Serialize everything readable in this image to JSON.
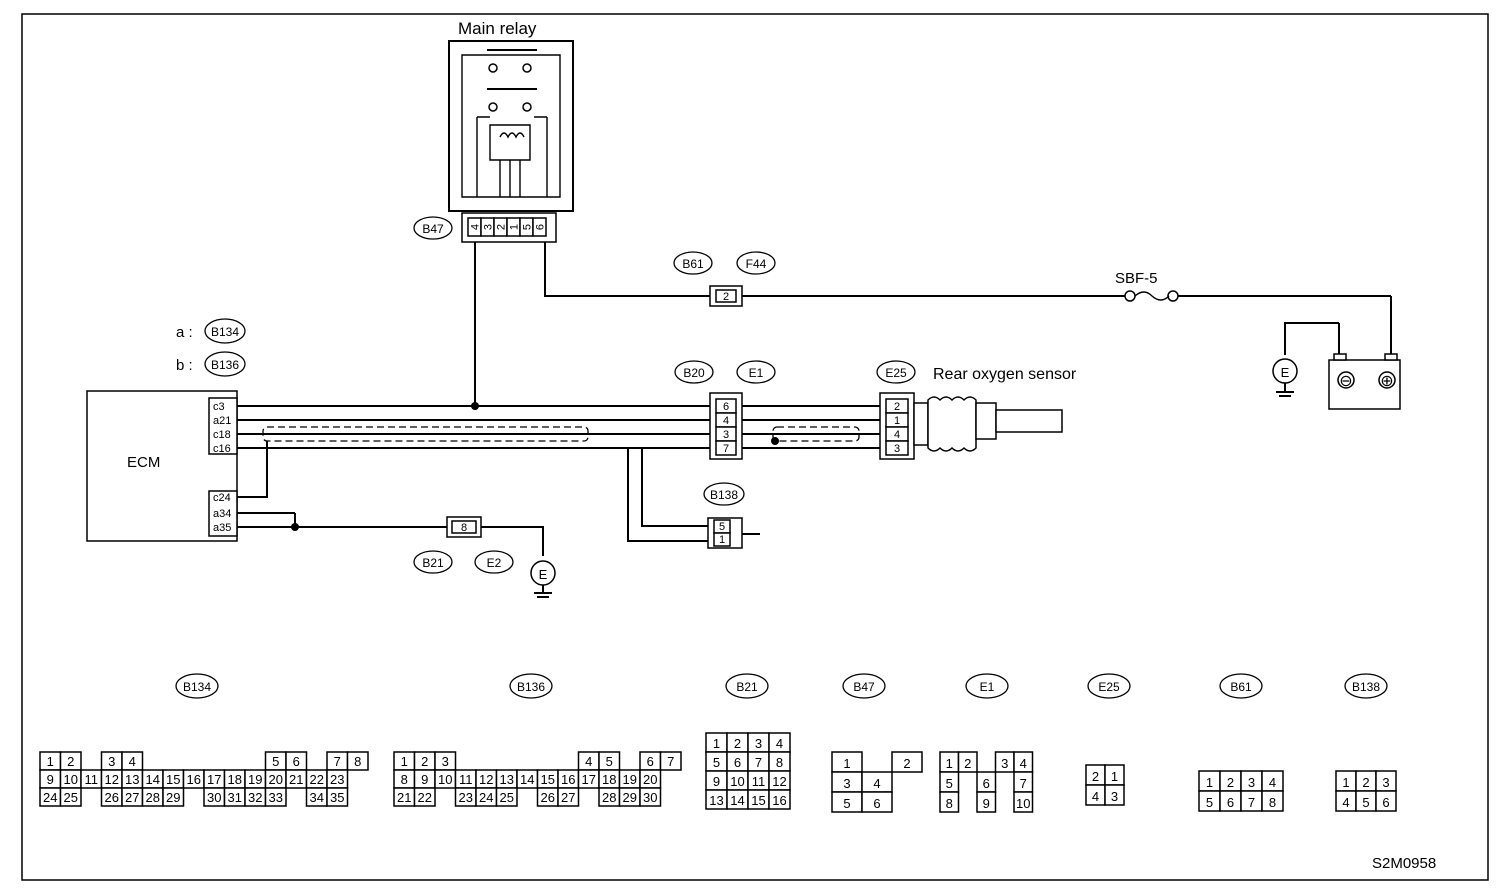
{
  "diagram": {
    "main_relay_label": "Main relay",
    "ecm_label": "ECM",
    "sensor_label": "Rear oxygen sensor",
    "fuse_label": "SBF-5",
    "figure_code": "S2M0958",
    "ecm_connector_key": {
      "a_prefix": "a :",
      "a_connector": "B134",
      "b_prefix": "b :",
      "b_connector": "B136"
    },
    "ecm_pins": [
      "c3",
      "a21",
      "c18",
      "c16",
      "c24",
      "a34",
      "a35"
    ],
    "relay_connector": "B47",
    "relay_pins": [
      "4",
      "3",
      "2",
      "1",
      "5",
      "6"
    ],
    "fuse_connectors": [
      "B61",
      "F44"
    ],
    "fuse_connector_pin": "2",
    "junction_connectors": [
      "B20",
      "E1"
    ],
    "junction_pins": [
      "6",
      "4",
      "3",
      "7"
    ],
    "sensor_connector": "E25",
    "sensor_pins": [
      "2",
      "1",
      "4",
      "3"
    ],
    "b138_connector": "B138",
    "b138_pins": [
      "5",
      "1"
    ],
    "ground_connectors": [
      "B21",
      "E2"
    ],
    "ground_pin": "8",
    "ground_symbol": "E",
    "battery_minus": "⊖",
    "battery_plus": "⊕"
  },
  "connector_views": [
    {
      "id": "B134",
      "rows": [
        [
          "1",
          "2",
          "",
          "3",
          "4",
          "",
          "",
          "",
          "",
          "",
          "",
          "5",
          "6",
          "",
          "7",
          "8"
        ],
        [
          "9",
          "10",
          "11",
          "12",
          "13",
          "14",
          "15",
          "16",
          "17",
          "18",
          "19",
          "20",
          "21",
          "22",
          "23"
        ],
        [
          "24",
          "25",
          "",
          "26",
          "27",
          "28",
          "29",
          "",
          "30",
          "31",
          "32",
          "33",
          "",
          "34",
          "35"
        ]
      ]
    },
    {
      "id": "B136",
      "rows": [
        [
          "1",
          "2",
          "3",
          "",
          "",
          "",
          "",
          "",
          "",
          "4",
          "5",
          "",
          "6",
          "7"
        ],
        [
          "8",
          "9",
          "10",
          "11",
          "12",
          "13",
          "14",
          "15",
          "16",
          "17",
          "18",
          "19",
          "20"
        ],
        [
          "21",
          "22",
          "",
          "23",
          "24",
          "25",
          "",
          "26",
          "27",
          "",
          "28",
          "29",
          "30"
        ]
      ]
    },
    {
      "id": "B21",
      "rows": [
        [
          "1",
          "2",
          "3",
          "4"
        ],
        [
          "5",
          "6",
          "7",
          "8"
        ],
        [
          "9",
          "10",
          "11",
          "12"
        ],
        [
          "13",
          "14",
          "15",
          "16"
        ]
      ]
    },
    {
      "id": "B47",
      "rows": [
        [
          "1",
          "",
          "2"
        ],
        [
          "3",
          "4"
        ],
        [
          "5",
          "6"
        ]
      ]
    },
    {
      "id": "E1",
      "rows": [
        [
          "1",
          "2",
          "",
          "3",
          "4"
        ],
        [
          "5",
          "",
          "6",
          "",
          "7"
        ],
        [
          "8",
          "",
          "9",
          "",
          "10"
        ]
      ]
    },
    {
      "id": "E25",
      "rows": [
        [
          "2",
          "1"
        ],
        [
          "4",
          "3"
        ]
      ]
    },
    {
      "id": "B61",
      "rows": [
        [
          "1",
          "2",
          "3",
          "4"
        ],
        [
          "5",
          "6",
          "7",
          "8"
        ]
      ]
    },
    {
      "id": "B138",
      "rows": [
        [
          "1",
          "2",
          "3"
        ],
        [
          "4",
          "5",
          "6"
        ]
      ]
    }
  ]
}
